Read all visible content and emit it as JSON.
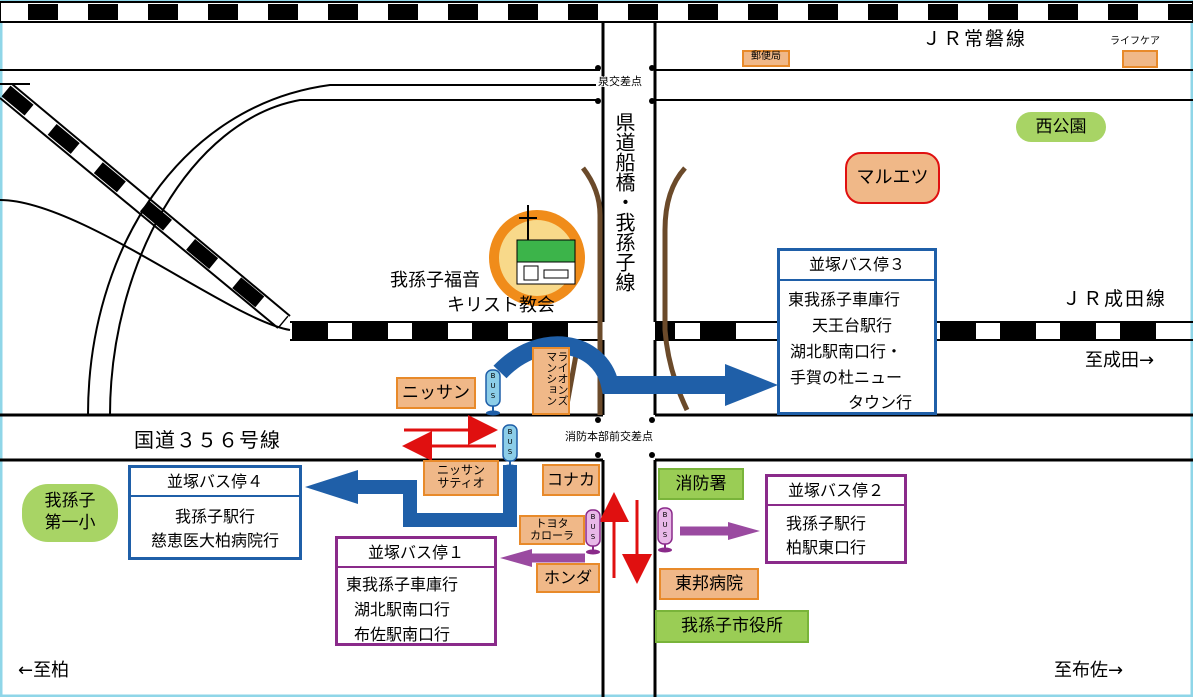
{
  "rail": {
    "joban": "ＪＲ常磐線",
    "narita": "ＪＲ成田線"
  },
  "roads": {
    "prefectural": "県道船橋・我孫子線",
    "national": "国道３５６号線"
  },
  "intersections": {
    "izumi": "泉交差点",
    "shobo": "消防本部前交差点"
  },
  "directions": {
    "narita": "至成田→",
    "kashiwa": "←至柏",
    "fusa": "至布佐→"
  },
  "church": {
    "line1": "我孫子福音",
    "line2": "キリスト教会"
  },
  "landmarks": {
    "post_office": "郵便局",
    "life_care": "ライフケア",
    "nishi_koen": "西公園",
    "maruetsu": "マルエツ",
    "nissan": "ニッサン",
    "lions_mansion": "ライオンズマンション",
    "nissan_satio": [
      "ニッサン",
      "サティオ"
    ],
    "konaka": "コナカ",
    "toyota": [
      "トヨタ",
      "カローラ"
    ],
    "honda": "ホンダ",
    "shoboshyo": "消防署",
    "toho_hospital": "東邦病院",
    "city_hall": "我孫子市役所",
    "school": [
      "我孫子",
      "第一小"
    ]
  },
  "bus_stops": [
    {
      "name": "並塚バス停３",
      "lines": [
        "東我孫子車庫行",
        "天王台駅行",
        "湖北駅南口行・",
        "手賀の杜ニュー",
        "タウン行"
      ]
    },
    {
      "name": "並塚バス停４",
      "lines": [
        "我孫子駅行",
        "慈恵医大柏病院行"
      ]
    },
    {
      "name": "並塚バス停１",
      "lines": [
        "東我孫子車庫行",
        "湖北駅南口行",
        "布佐駅南口行"
      ]
    },
    {
      "name": "並塚バス停２",
      "lines": [
        "我孫子駅行",
        "柏駅東口行"
      ]
    }
  ],
  "bus_icon_text": "BUS",
  "colors": {
    "frame": "#8fd6e8",
    "blue_box": "#1f5fa8",
    "purple_box": "#8a2a8a",
    "road_edge": "#000000",
    "red_arrow": "#e01010",
    "brown_line": "#6b4a2a",
    "orange_tag": "#f0b888",
    "green_tag": "#9acd55"
  }
}
